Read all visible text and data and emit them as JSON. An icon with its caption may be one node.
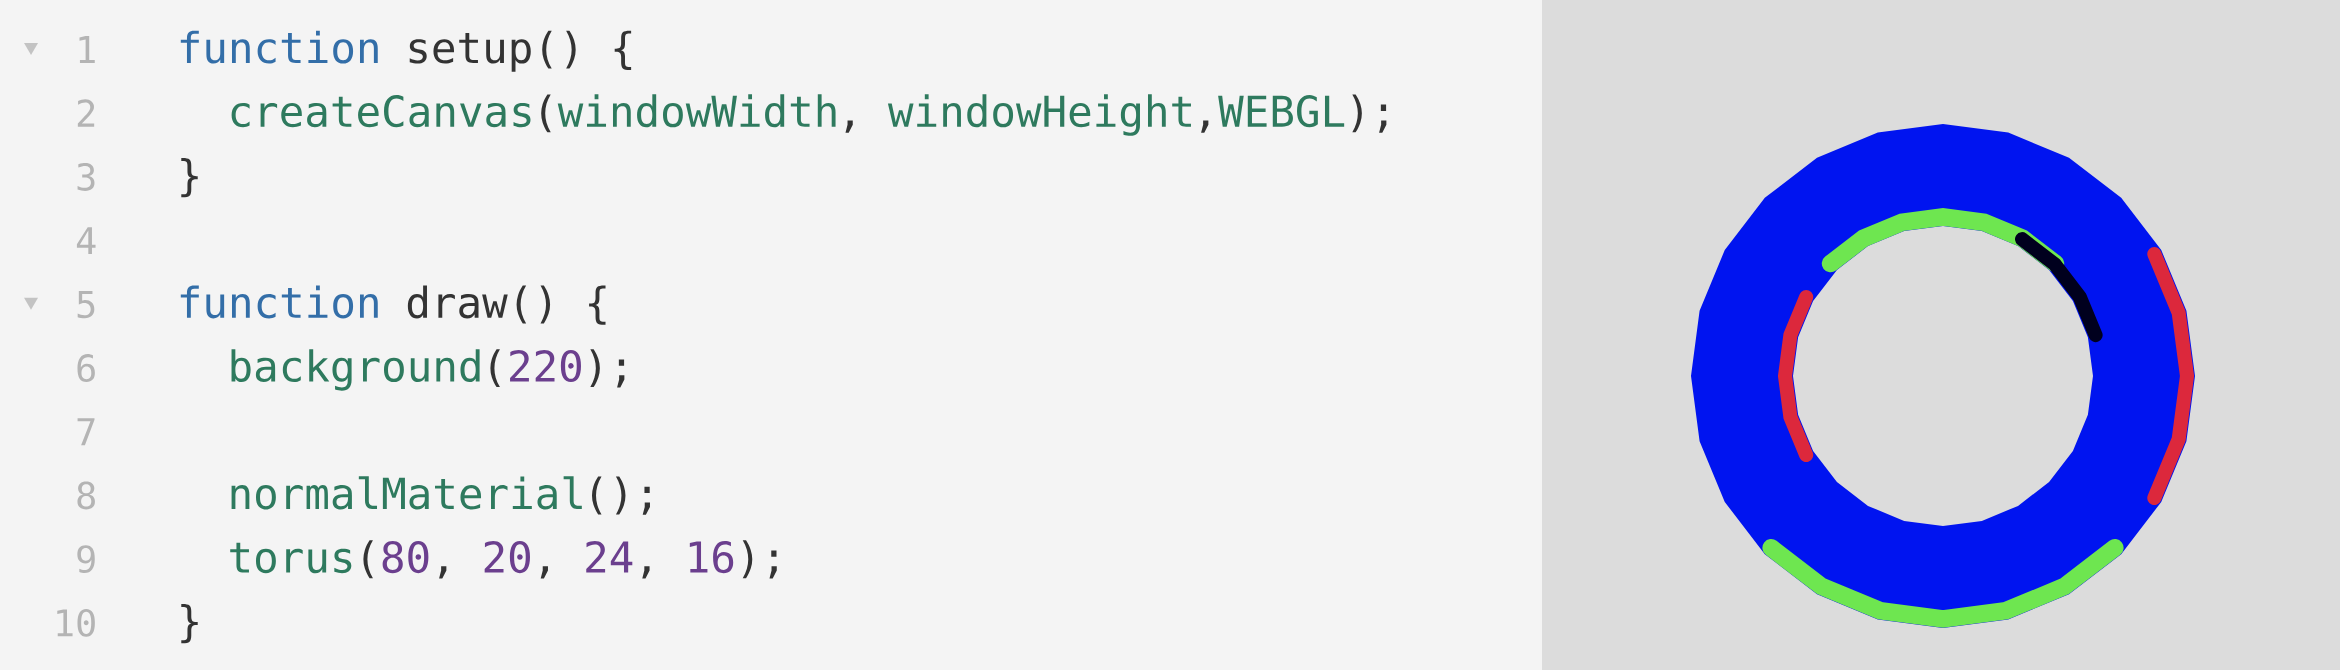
{
  "diagram": {
    "labels": [
      "1",
      "function",
      "setup() {",
      "2",
      "createCanvas",
      "(",
      "windowWidth",
      ",",
      "windowHeight",
      ",",
      "WEBGL",
      ");",
      "3",
      "}",
      "4",
      "5",
      "function",
      "draw() {",
      "6",
      "background",
      "(",
      "220",
      ");",
      "7",
      "8",
      "normalMaterial",
      "();",
      "9",
      "torus",
      "(",
      "80",
      ",",
      "20",
      ",",
      "24",
      ",",
      "16",
      ");",
      "10",
      "}"
    ]
  }
}
